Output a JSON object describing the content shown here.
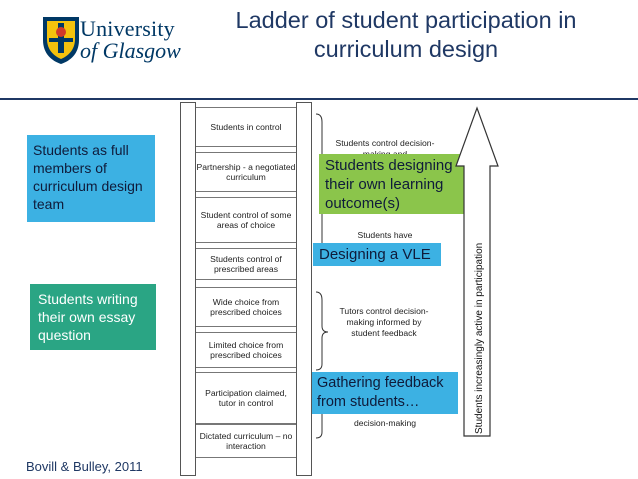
{
  "header": {
    "logo_line1": "University",
    "logo_line2": "of Glasgow",
    "title": "Ladder of student participation in curriculum design"
  },
  "ladder": {
    "rungs": [
      "Students in control",
      "Partnership - a negotiated curriculum",
      "Student control of some areas of choice",
      "Students control of prescribed areas",
      "Wide choice from prescribed choices",
      "Limited choice from prescribed choices",
      "Participation claimed, tutor in control",
      "Dictated curriculum – no interaction"
    ],
    "notes": [
      "Students control decision-making and",
      "Students have",
      "Tutors control decision-making informed by student feedback",
      "decision-making"
    ],
    "arrow_label": "Students increasingly active in participation"
  },
  "callouts": {
    "full_members": "Students as full members of curriculum design team",
    "designing_outcomes": "Students designing their own learning outcome(s)",
    "essay_question": "Students writing their own essay question",
    "vle": "Designing a VLE",
    "feedback": "Gathering feedback from students…"
  },
  "citation": "Bovill & Bulley, 2011",
  "colors": {
    "navy": "#1f3864",
    "green": "#8bc54b",
    "blue": "#3cb1e3",
    "teal": "#2aa584"
  }
}
